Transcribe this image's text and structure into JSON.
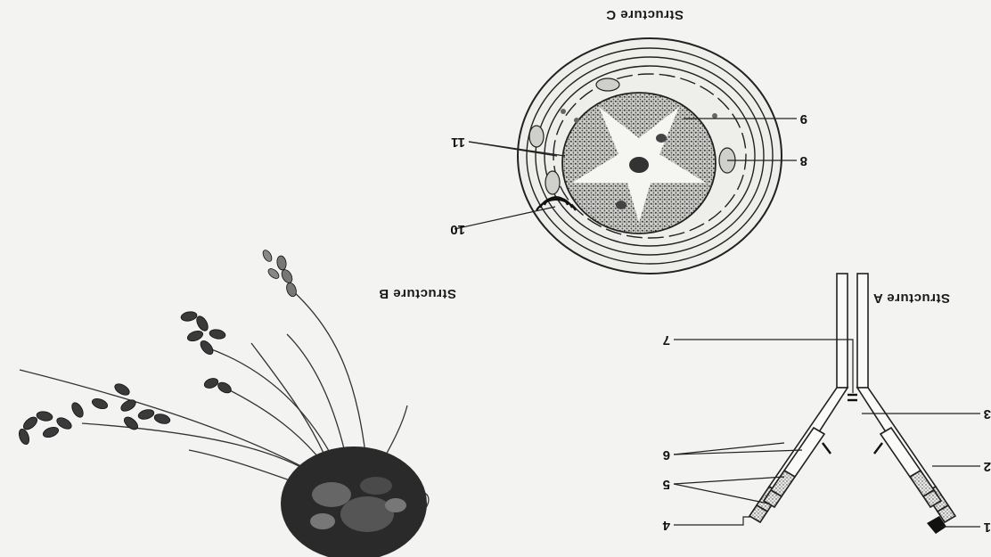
{
  "structures": {
    "a": {
      "caption": "Structure A",
      "labels": [
        "1",
        "2",
        "3",
        "4",
        "5",
        "6",
        "7"
      ]
    },
    "b": {
      "caption": "Structure B"
    },
    "c": {
      "caption": "Structure C",
      "labels": [
        "8",
        "9",
        "10",
        "11"
      ]
    }
  },
  "colors": {
    "ink": "#1a1a1a",
    "paper": "#f3f3f1",
    "stipple": "#8a8a8a"
  }
}
